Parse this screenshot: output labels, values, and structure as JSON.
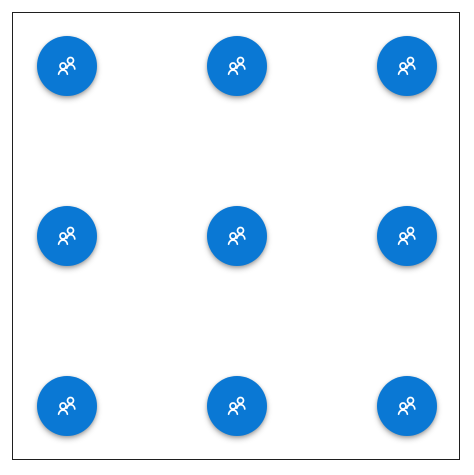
{
  "colors": {
    "button_bg": "#0a78d4",
    "icon": "#ffffff",
    "frame_border": "#1f1f1f",
    "background": "#ffffff"
  },
  "buttons": [
    {
      "id": "r1c1",
      "icon": "people-icon"
    },
    {
      "id": "r1c2",
      "icon": "people-icon"
    },
    {
      "id": "r1c3",
      "icon": "people-icon"
    },
    {
      "id": "r2c1",
      "icon": "people-icon"
    },
    {
      "id": "r2c2",
      "icon": "people-icon"
    },
    {
      "id": "r2c3",
      "icon": "people-icon"
    },
    {
      "id": "r3c1",
      "icon": "people-icon"
    },
    {
      "id": "r3c2",
      "icon": "people-icon"
    },
    {
      "id": "r3c3",
      "icon": "people-icon"
    }
  ]
}
